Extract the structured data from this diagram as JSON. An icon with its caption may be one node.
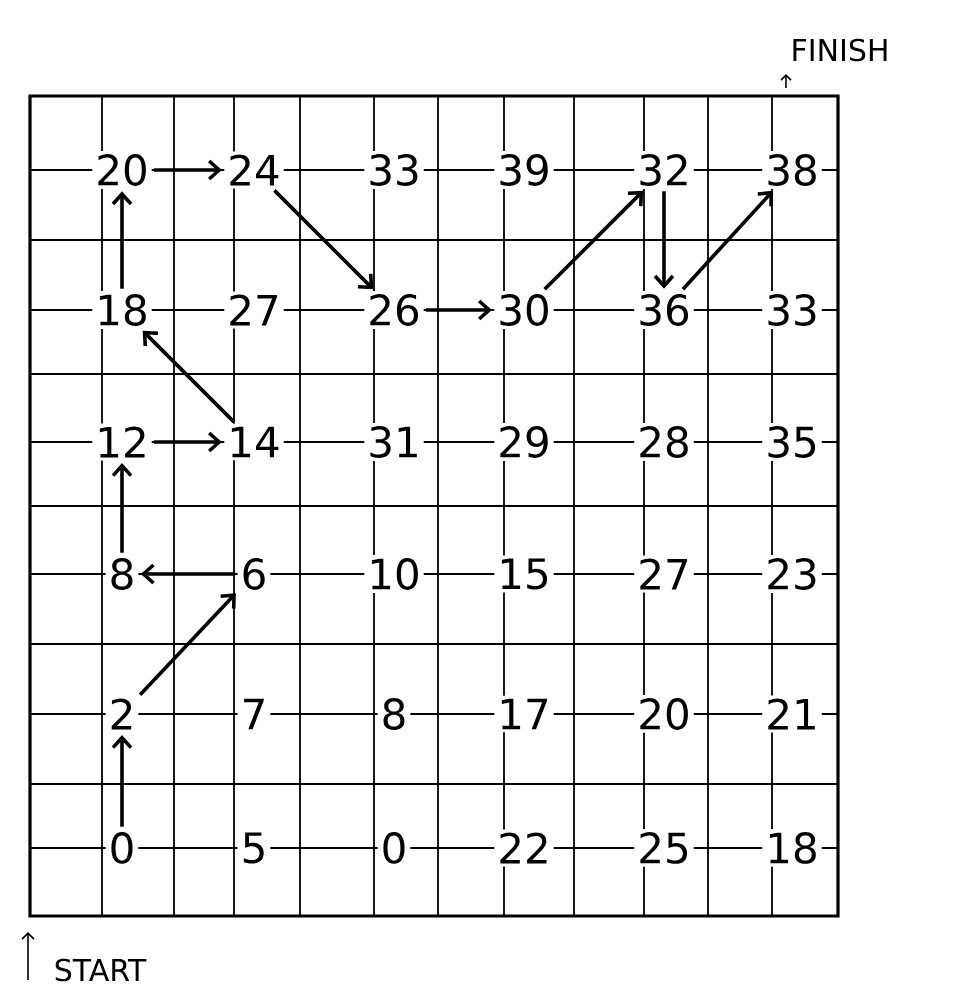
{
  "diagram": {
    "nodes": [
      {
        "text": [
          "20"
        ]
      },
      {
        "text": [
          "24"
        ]
      },
      {
        "text": [
          "33"
        ]
      },
      {
        "text": [
          "39"
        ]
      },
      {
        "text": [
          "32"
        ]
      },
      {
        "text": [
          "38"
        ]
      },
      {
        "text": [
          "18"
        ]
      },
      {
        "text": [
          "27"
        ]
      },
      {
        "text": [
          "26"
        ]
      },
      {
        "text": [
          "30"
        ]
      },
      {
        "text": [
          "36"
        ]
      },
      {
        "text": [
          "33"
        ]
      },
      {
        "text": [
          "12"
        ]
      },
      {
        "text": [
          "14"
        ]
      },
      {
        "text": [
          "31"
        ]
      },
      {
        "text": [
          "29"
        ]
      },
      {
        "text": [
          "28"
        ]
      },
      {
        "text": [
          "35"
        ]
      },
      {
        "text": [
          "8"
        ]
      },
      {
        "text": [
          "6"
        ]
      },
      {
        "text": [
          "10"
        ]
      },
      {
        "text": [
          "15"
        ]
      },
      {
        "text": [
          "27"
        ]
      },
      {
        "text": [
          "23"
        ]
      },
      {
        "text": [
          "2"
        ]
      },
      {
        "text": [
          "7"
        ]
      },
      {
        "text": [
          "8"
        ]
      },
      {
        "text": [
          "17"
        ]
      },
      {
        "text": [
          "20"
        ]
      },
      {
        "text": [
          "21"
        ]
      },
      {
        "text": [
          "0"
        ]
      },
      {
        "text": [
          "5"
        ]
      },
      {
        "text": [
          "0"
        ]
      },
      {
        "text": [
          "22"
        ]
      },
      {
        "text": [
          "25"
        ]
      },
      {
        "text": [
          "18"
        ]
      }
    ],
    "edges": [
      {
        "from": 30,
        "to": 24,
        "arrow": "to"
      },
      {
        "from": 24,
        "to": 19,
        "arrow": "to"
      },
      {
        "from": 19,
        "to": 18,
        "arrow": "to"
      },
      {
        "from": 18,
        "to": 12,
        "arrow": "to"
      },
      {
        "from": 12,
        "to": 13,
        "arrow": "to"
      },
      {
        "from": 13,
        "to": 6,
        "arrow": "to"
      },
      {
        "from": 6,
        "to": 0,
        "arrow": "to"
      },
      {
        "from": 0,
        "to": 1,
        "arrow": "to"
      },
      {
        "from": 1,
        "to": 8,
        "arrow": "to"
      },
      {
        "from": 8,
        "to": 9,
        "arrow": "to"
      },
      {
        "from": 9,
        "to": 4,
        "arrow": "to"
      },
      {
        "from": 4,
        "to": 10,
        "arrow": "to"
      },
      {
        "from": 10,
        "to": 5,
        "arrow": "to"
      }
    ],
    "labels": [
      "FINISH",
      "START"
    ]
  }
}
